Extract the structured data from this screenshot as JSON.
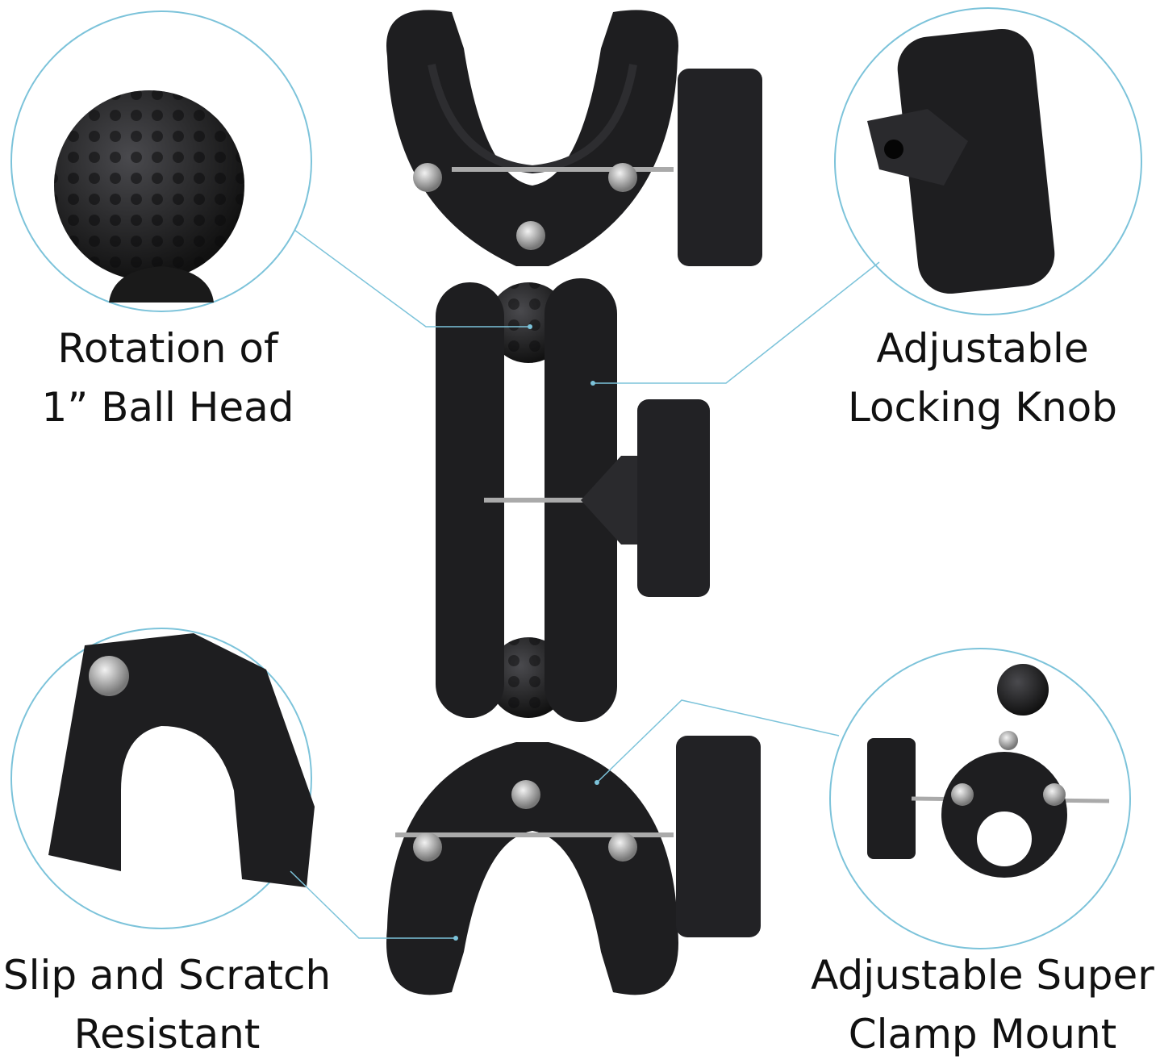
{
  "colors": {
    "accent": "#7cc3da",
    "product": "#1e1e20",
    "background": "#ffffff"
  },
  "features": [
    {
      "line1": "Rotation of",
      "line2": "1” Ball Head"
    },
    {
      "line1": "Adjustable",
      "line2": "Locking Knob"
    },
    {
      "line1": "Slip and Scratch",
      "line2": "Resistant"
    },
    {
      "line1": "Adjustable Super",
      "line2": "Clamp Mount"
    }
  ]
}
